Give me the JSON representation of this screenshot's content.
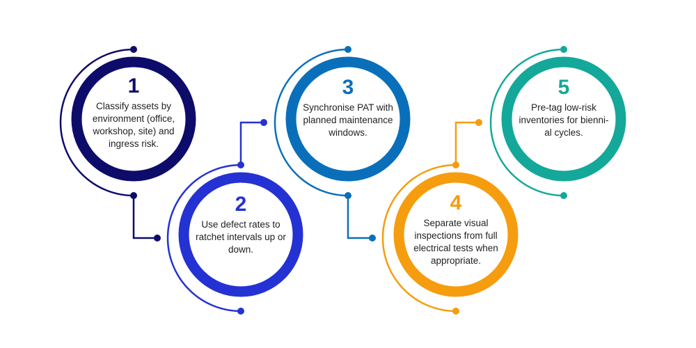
{
  "steps": [
    {
      "number": "1",
      "text": "Classify assets by environment (office, workshop, site) and ingress risk.",
      "color": "#0d0c6b"
    },
    {
      "number": "2",
      "text": "Use defect rates to ratchet intervals up or down.",
      "color": "#2432d3"
    },
    {
      "number": "3",
      "text": "Synchronise PAT with planned maintenance windows.",
      "color": "#0a6fba"
    },
    {
      "number": "4",
      "text": "Separate visual inspections from full electrical tests when appropriate.",
      "color": "#f59d0f"
    },
    {
      "number": "5",
      "text": "Pre-tag low-risk inventories for bienni-al cycles.",
      "color": "#14a89a"
    }
  ]
}
